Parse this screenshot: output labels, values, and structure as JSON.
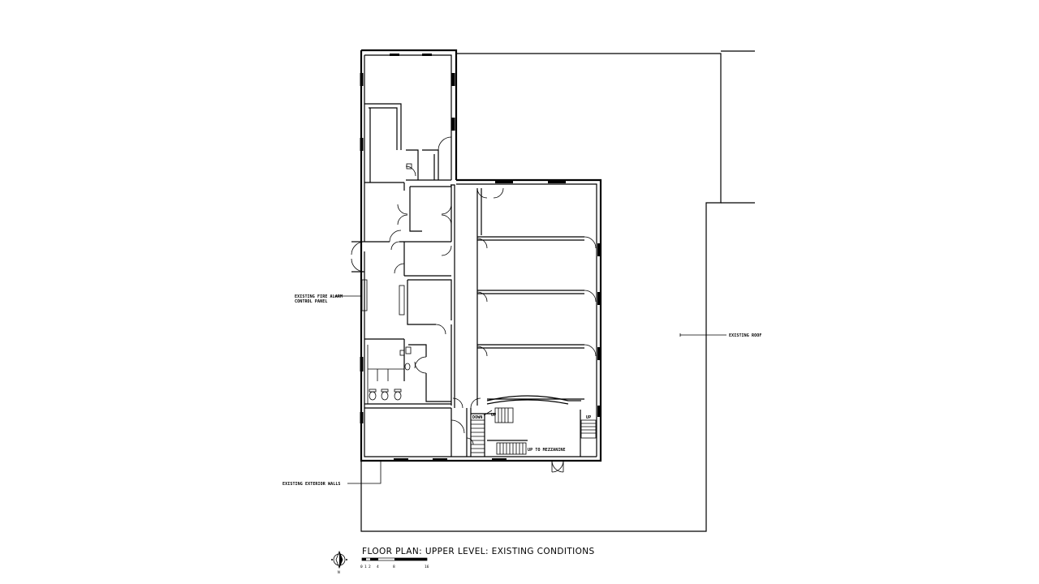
{
  "title": "FLOOR PLAN: UPPER LEVEL: EXISTING CONDITIONS",
  "labels": {
    "fire_alarm_line1": "EXISTING FIRE ALARM",
    "fire_alarm_line2": "CONTROL PANEL",
    "exterior_walls": "EXISTING EXTERIOR WALLS",
    "existing_roof": "EXISTING ROOF",
    "up_to_mezzanine": "UP TO MEZZANINE",
    "down": "DOWN",
    "up_left": "UP",
    "up_right": "UP"
  },
  "scale_bar": {
    "ticks": [
      "0",
      "1",
      "2",
      "4",
      "8",
      "16"
    ]
  },
  "north_arrow": {
    "letter": "N"
  }
}
